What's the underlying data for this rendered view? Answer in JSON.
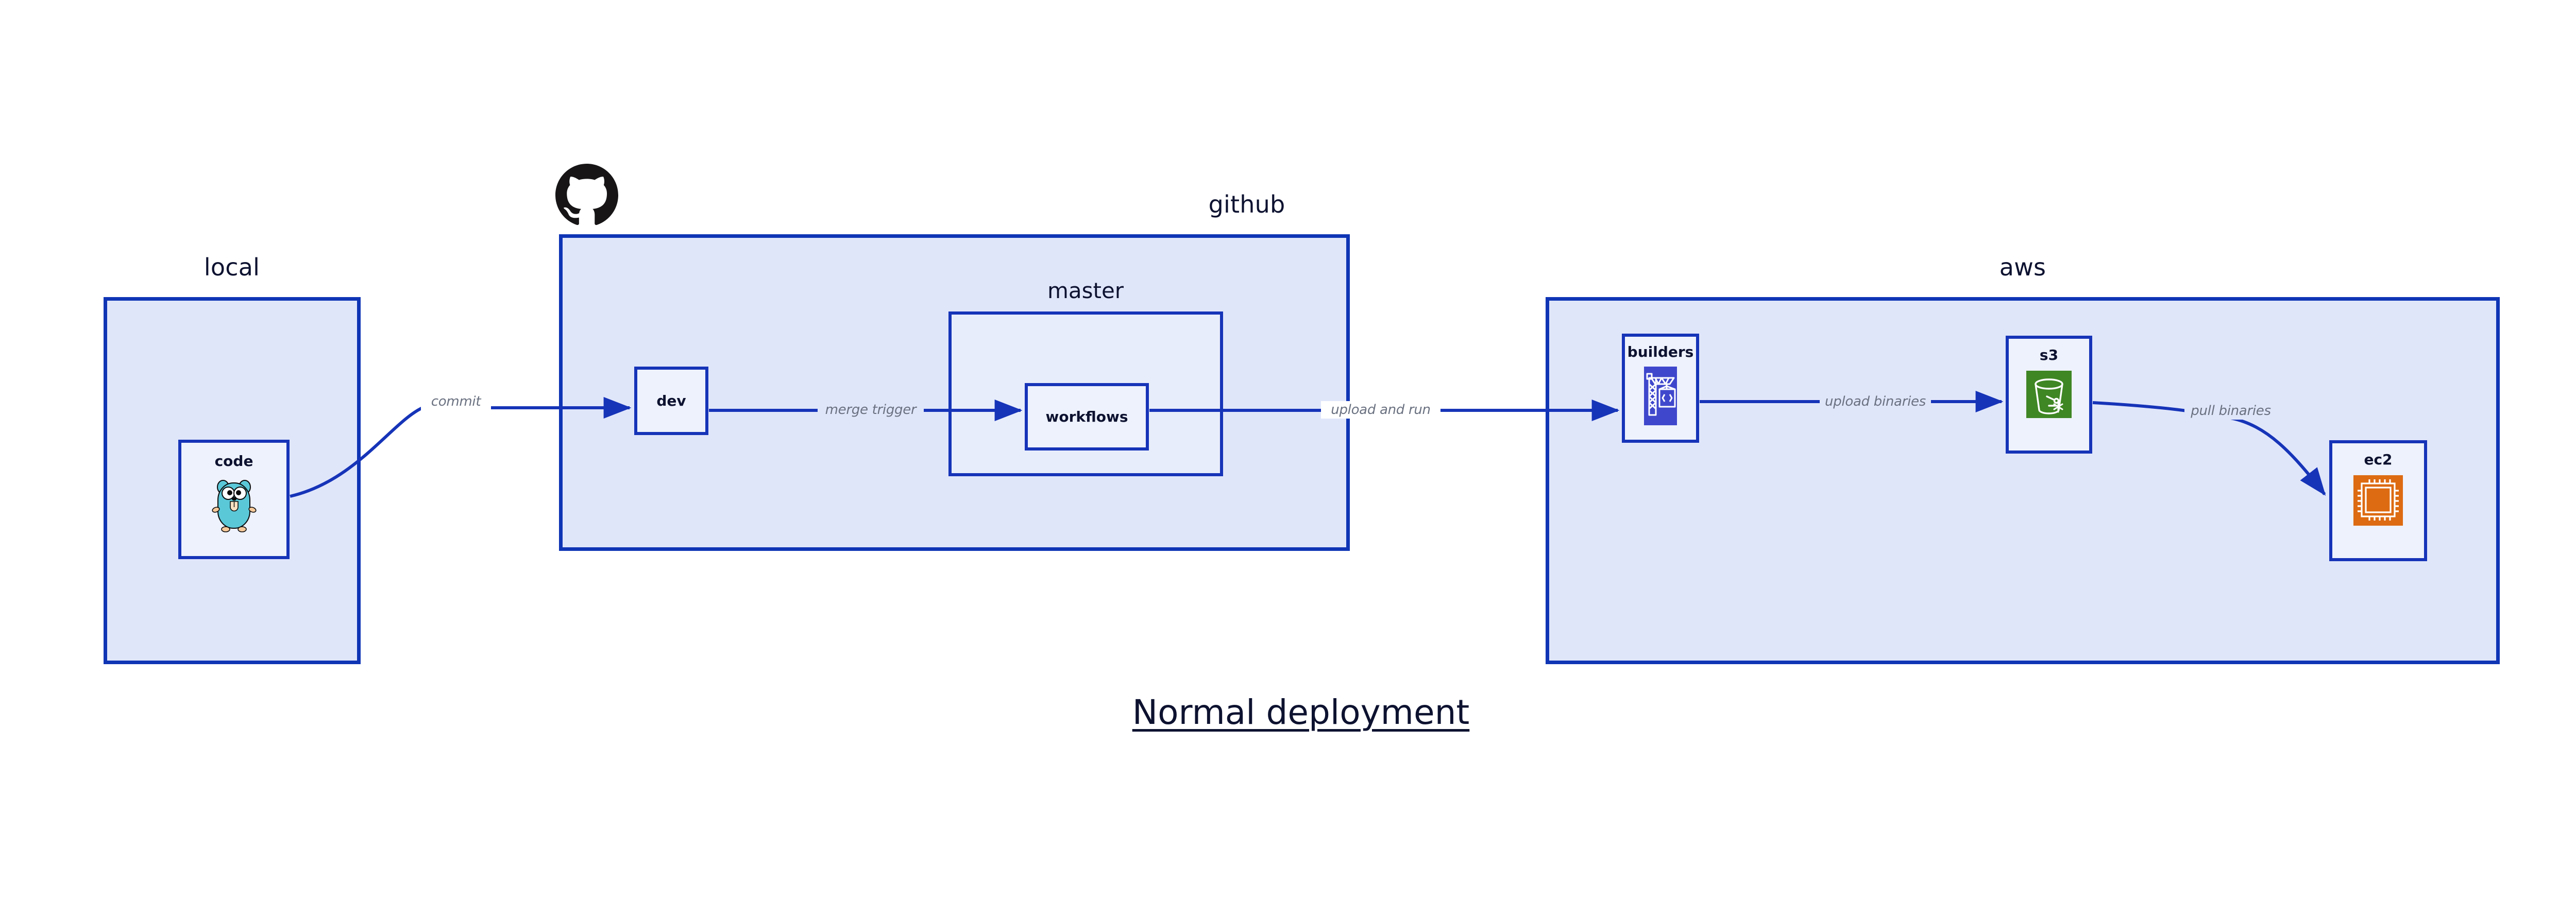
{
  "diagram": {
    "title": "Normal deployment",
    "background": "#ffffff",
    "accent_border": "#0f35b5",
    "group_fill": "#e0e6fa",
    "node_fill": "#eef2fc",
    "edge_color": "#1634b8",
    "label_color": "#6a7180"
  },
  "groups": [
    {
      "id": "local",
      "label": "local",
      "nodes": [
        {
          "id": "code",
          "label": "code",
          "icon": "go-gopher-icon"
        }
      ]
    },
    {
      "id": "github",
      "label": "github",
      "logo": "github-octocat-icon",
      "nodes": [
        {
          "id": "dev",
          "label": "dev",
          "icon": "none"
        }
      ],
      "subgroups": [
        {
          "id": "master",
          "label": "master",
          "nodes": [
            {
              "id": "workflows",
              "label": "workflows",
              "icon": "none"
            }
          ]
        }
      ]
    },
    {
      "id": "aws",
      "label": "aws",
      "nodes": [
        {
          "id": "builders",
          "label": "builders",
          "icon": "aws-codebuild-crane-icon",
          "icon_color": "#3f48cc"
        },
        {
          "id": "s3",
          "label": "s3",
          "icon": "aws-s3-bucket-icon",
          "icon_color": "#3f8624"
        },
        {
          "id": "ec2",
          "label": "ec2",
          "icon": "aws-ec2-chip-icon",
          "icon_color": "#dd6b12"
        }
      ]
    }
  ],
  "edges": [
    {
      "id": "code-to-dev",
      "from": "code",
      "to": "dev",
      "label": "commit"
    },
    {
      "id": "dev-to-workflows",
      "from": "dev",
      "to": "workflows",
      "label": "merge trigger"
    },
    {
      "id": "workflows-to-builders",
      "from": "workflows",
      "to": "builders",
      "label": "upload and run"
    },
    {
      "id": "builders-to-s3",
      "from": "builders",
      "to": "s3",
      "label": "upload binaries"
    },
    {
      "id": "s3-to-ec2",
      "from": "s3",
      "to": "ec2",
      "label": "pull binaries"
    }
  ]
}
